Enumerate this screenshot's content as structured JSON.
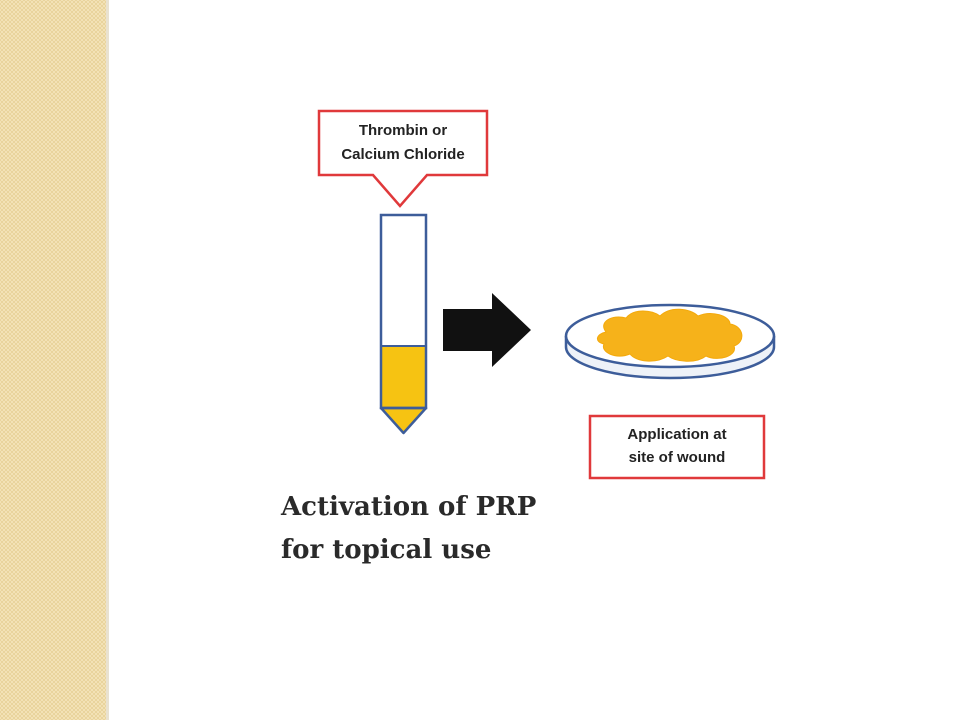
{
  "reagent_label": {
    "line1": "Thrombin or",
    "line2": "Calcium Chloride"
  },
  "application_label": {
    "line1": "Application at",
    "line2": "site of wound"
  },
  "caption": {
    "line1": "Activation of PRP",
    "line2": "for topical use"
  },
  "colors": {
    "callout_border": "#e0393b",
    "tube_border": "#3d5d9a",
    "prp_fill": "#f6c312",
    "clot_fill": "#f6b21a",
    "arrow": "#111111",
    "side_panel": "#f3e2b6"
  }
}
